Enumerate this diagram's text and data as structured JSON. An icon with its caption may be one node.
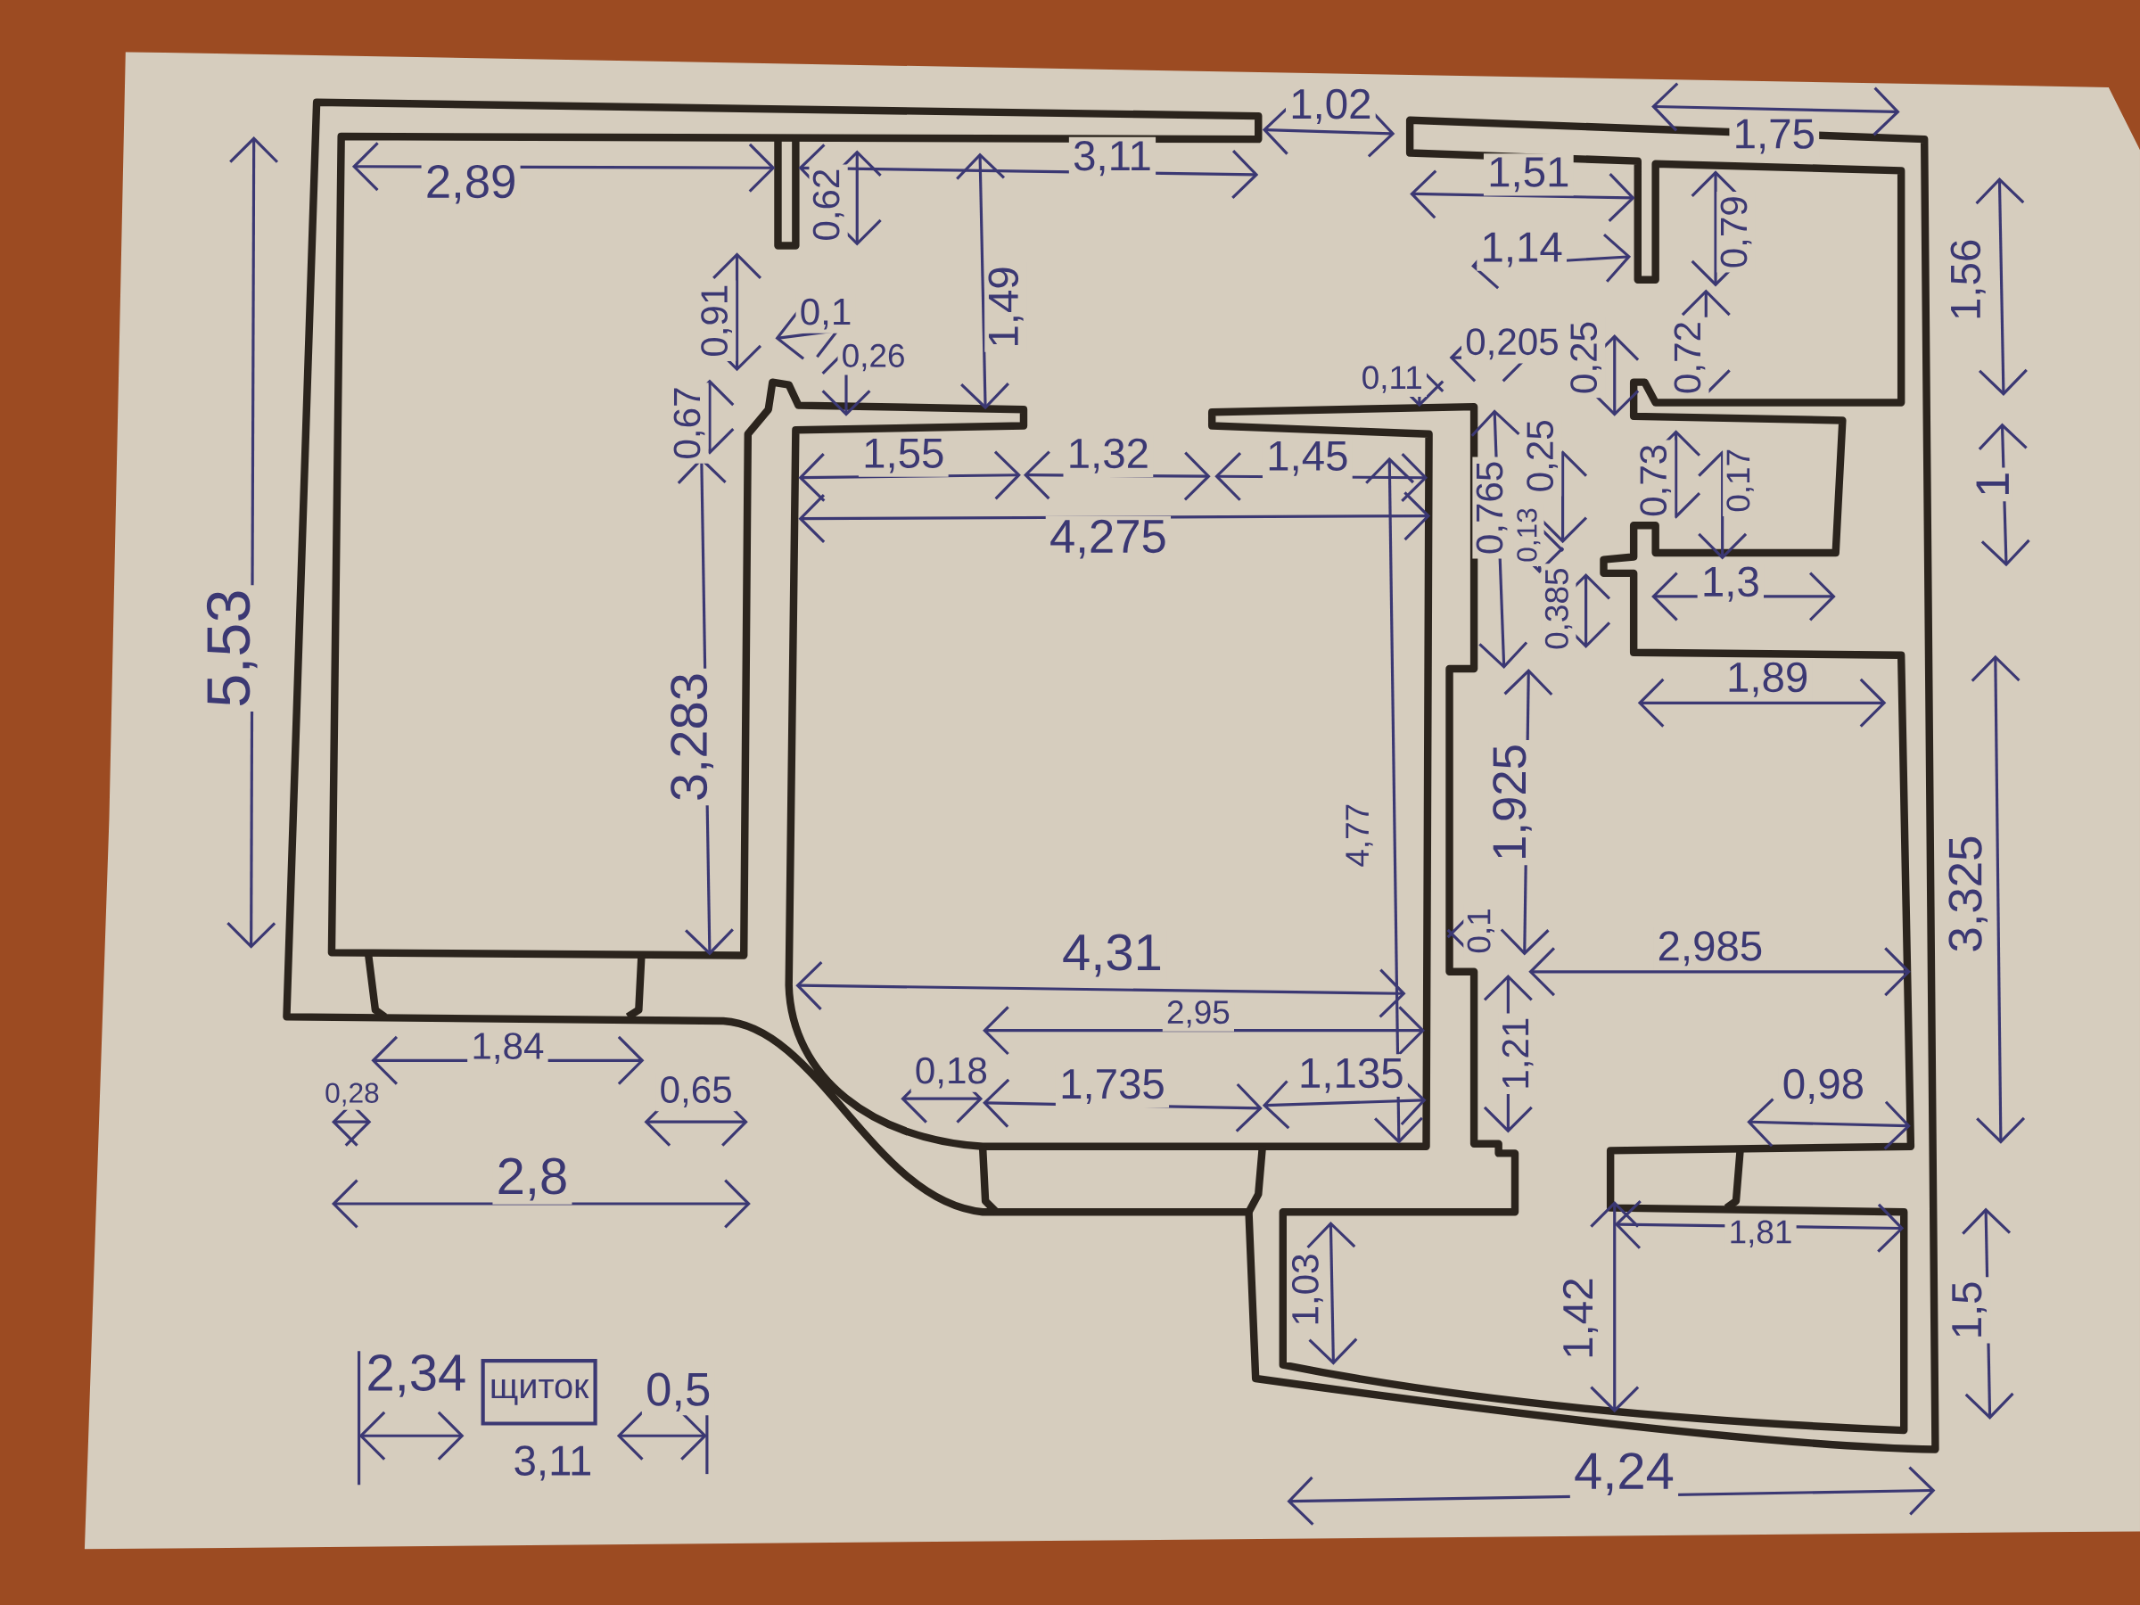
{
  "diagram": {
    "nodes": [
      {
        "text": [
          "щиток"
        ]
      }
    ],
    "labels": [
      "1,02",
      "1,75",
      "2,89",
      "3,11",
      "1,51",
      "0,62",
      "1,14",
      "0,79",
      "1,56",
      "0,91",
      "0,1",
      "1,49",
      "0,205",
      "0,25",
      "0,72",
      "0,26",
      "0,11",
      "0,67",
      "1,55",
      "1,32",
      "1,45",
      "0,25",
      "0,73",
      "0,17",
      "1",
      "4,275",
      "0,765",
      "0,13",
      "0,385",
      "1,3",
      "5,53",
      "3,283",
      "1,89",
      "1,925",
      "4,77",
      "3,325",
      "0,1",
      "4,31",
      "2,985",
      "2,95",
      "1,21",
      "0,18",
      "1,735",
      "1,135",
      "0,98",
      "1,84",
      "0,28",
      "0,65",
      "2,8",
      "1,81",
      "1,03",
      "1,42",
      "1,5",
      "2,34",
      "0,5",
      "3,11",
      "4,24"
    ]
  }
}
